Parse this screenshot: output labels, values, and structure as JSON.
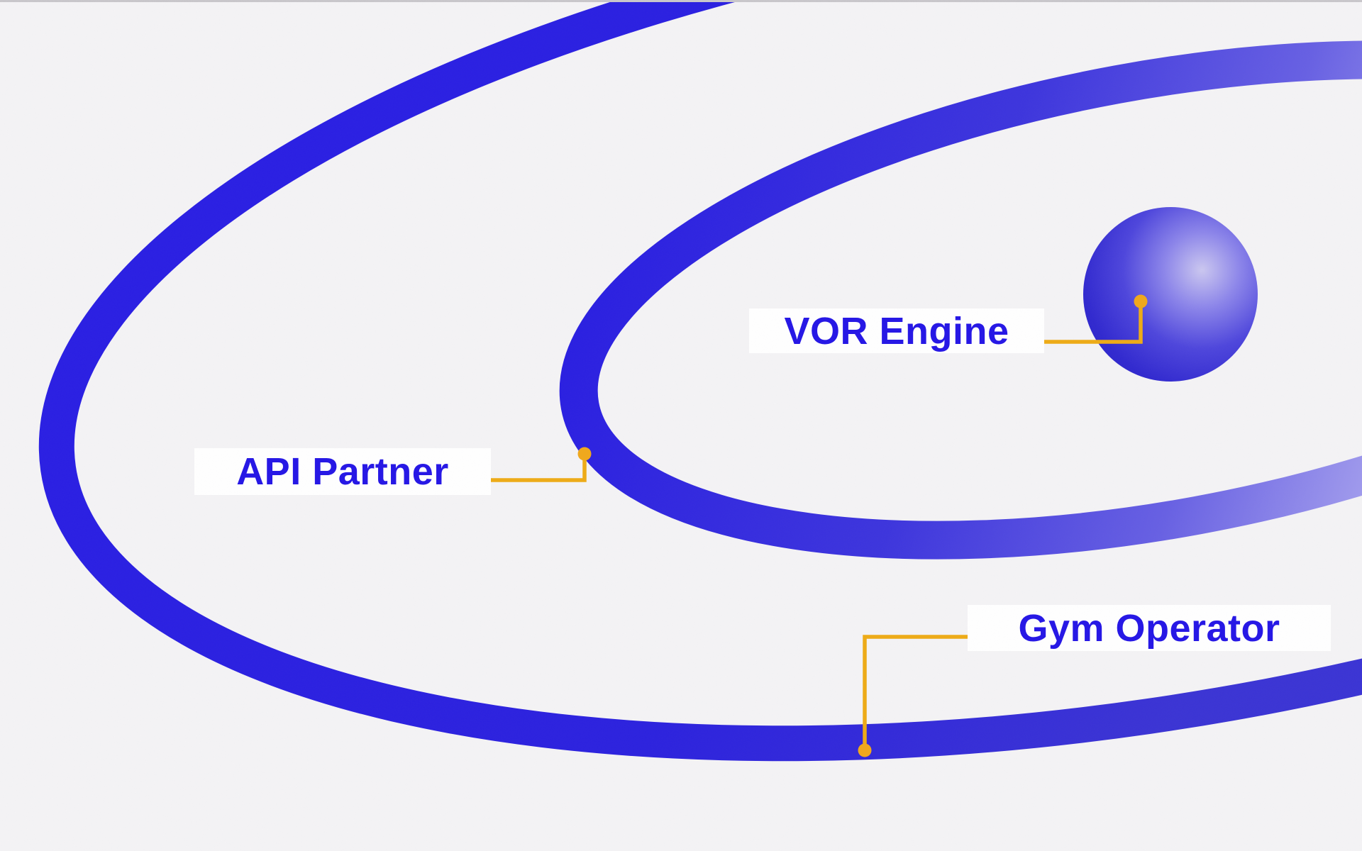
{
  "page": {
    "background_color": "#f4f3f5",
    "top_edge_line_color": "#c9c7cb"
  },
  "diagram": {
    "type": "orbit-diagram",
    "entities": [
      {
        "id": "vor-engine",
        "label": "VOR Engine",
        "represented_by": "sphere"
      },
      {
        "id": "api-partner",
        "label": "API Partner",
        "represented_by": "inner-orbit-ring"
      },
      {
        "id": "gym-operator",
        "label": "Gym Operator",
        "represented_by": "outer-orbit-ring"
      }
    ],
    "colors": {
      "orbit_blue": "#2a1fe1",
      "orbit_blue_deep": "#3b34d4",
      "orbit_fade_light": "#b2adf0",
      "label_text_blue": "#2516e6",
      "label_background": "#ffffff",
      "connector_amber": "#eeab16",
      "sphere_highlight": "#cbc7f0",
      "sphere_mid": "#5a52e0",
      "sphere_edge": "#2e26cb"
    }
  }
}
